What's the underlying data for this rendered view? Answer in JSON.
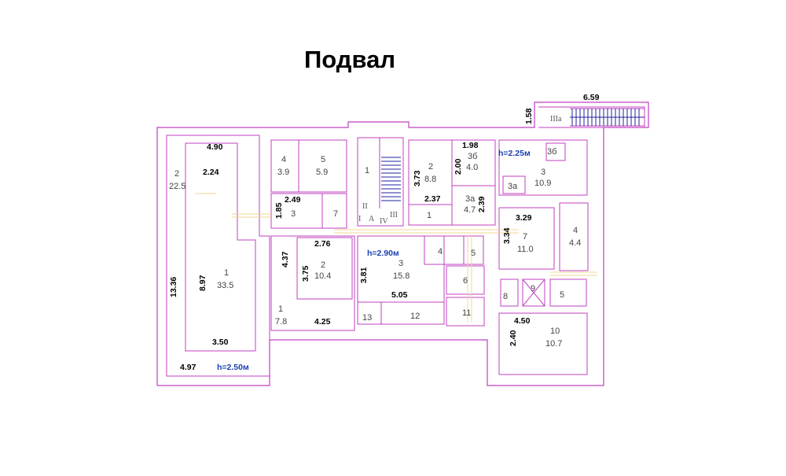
{
  "title": "Подвал",
  "heights": [
    "h=2.50м",
    "h=2.90м",
    "h=2.25м"
  ],
  "dimensions": [
    "4.90",
    "2.24",
    "13.36",
    "8.97",
    "3.50",
    "4.97",
    "2.49",
    "1.85",
    "4.37",
    "2.76",
    "3.75",
    "4.25",
    "3.81",
    "5.05",
    "3.73",
    "2.37",
    "1.98",
    "2.00",
    "2.39",
    "3.29",
    "3.34",
    "4.50",
    "2.40",
    "1.58",
    "6.59"
  ],
  "rooms": [
    {
      "num": "2",
      "area": "22.5"
    },
    {
      "num": "1",
      "area": "33.5"
    },
    {
      "num": "4",
      "area": "3.9"
    },
    {
      "num": "5",
      "area": "5.9"
    },
    {
      "num": "3",
      "area": ""
    },
    {
      "num": "7",
      "area": ""
    },
    {
      "num": "1",
      "area": ""
    },
    {
      "num": "2",
      "area": "8.8"
    },
    {
      "num": "3б",
      "area": "4.0"
    },
    {
      "num": "3а",
      "area": "4.7"
    },
    {
      "num": "1",
      "area": ""
    },
    {
      "num": "2",
      "area": "10.4"
    },
    {
      "num": "1",
      "area": "7.8"
    },
    {
      "num": "3",
      "area": "15.8"
    },
    {
      "num": "4",
      "area": ""
    },
    {
      "num": "5",
      "area": ""
    },
    {
      "num": "6",
      "area": ""
    },
    {
      "num": "13",
      "area": ""
    },
    {
      "num": "12",
      "area": ""
    },
    {
      "num": "11",
      "area": ""
    },
    {
      "num": "3б",
      "area": ""
    },
    {
      "num": "3",
      "area": "10.9"
    },
    {
      "num": "3а",
      "area": ""
    },
    {
      "num": "7",
      "area": "11.0"
    },
    {
      "num": "4",
      "area": "4.4"
    },
    {
      "num": "8",
      "area": ""
    },
    {
      "num": "9",
      "area": ""
    },
    {
      "num": "5",
      "area": ""
    },
    {
      "num": "10",
      "area": "10.7"
    }
  ],
  "roman": [
    "IIIа",
    "II",
    "A",
    "I",
    "IV",
    "III"
  ]
}
